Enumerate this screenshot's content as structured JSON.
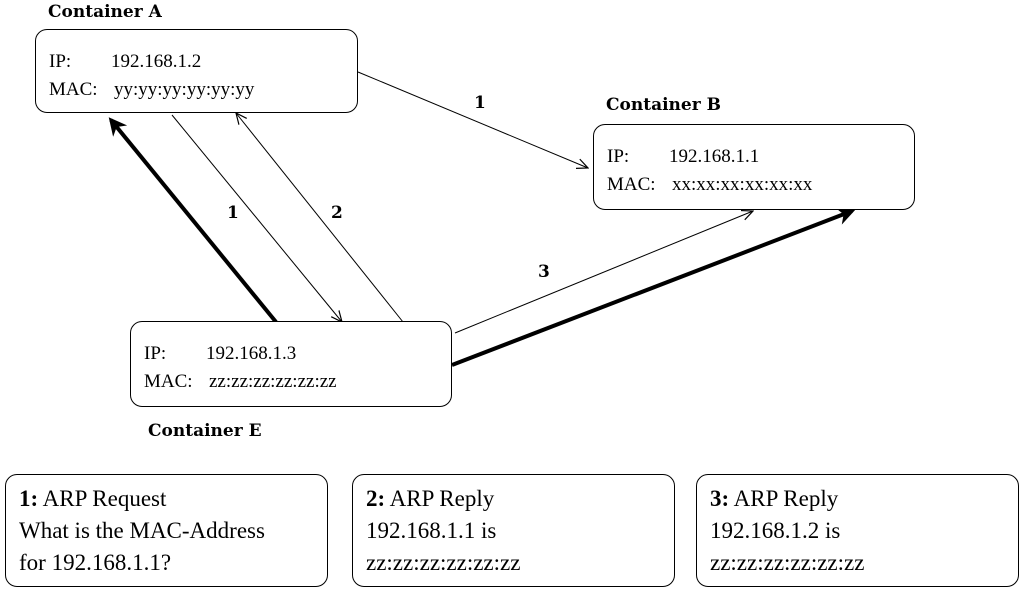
{
  "containers": {
    "a": {
      "title": "Container A",
      "ip_label": "IP:",
      "ip": "192.168.1.2",
      "mac_label": "MAC:",
      "mac": "yy:yy:yy:yy:yy:yy"
    },
    "b": {
      "title": "Container B",
      "ip_label": "IP:",
      "ip": "192.168.1.1",
      "mac_label": "MAC:",
      "mac": "xx:xx:xx:xx:xx:xx"
    },
    "e": {
      "title": "Container E",
      "ip_label": "IP:",
      "ip": "192.168.1.3",
      "mac_label": "MAC:",
      "mac": "zz:zz:zz:zz:zz:zz"
    }
  },
  "edges": {
    "a_to_b": "1",
    "a_to_e": "1",
    "e_to_a": "2",
    "e_to_b": "3"
  },
  "legend": [
    {
      "num": "1:",
      "title": "ARP Request",
      "line2": "What is the MAC-Address",
      "line3": "for 192.168.1.1?"
    },
    {
      "num": "2:",
      "title": "ARP Reply",
      "line2": "192.168.1.1 is",
      "line3": "zz:zz:zz:zz:zz:zz"
    },
    {
      "num": "3:",
      "title": "ARP Reply",
      "line2": "192.168.1.2 is",
      "line3": "zz:zz:zz:zz:zz:zz"
    }
  ]
}
